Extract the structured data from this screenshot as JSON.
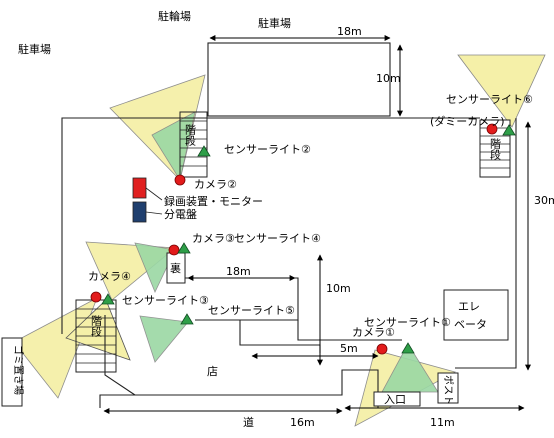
{
  "labels": {
    "parking_left": "駐車場",
    "bicycle_parking": "駐輪場",
    "parking_top": "駐車場",
    "dim_18m_top": "18m",
    "dim_10m_top": "10m",
    "sensor_light_6": "センサーライト⑥",
    "dummy_camera": "(ダミーカメラ)",
    "sensor_light_2": "センサーライト②",
    "camera_2": "カメラ②",
    "recorder_monitor": "録画装置・モニター",
    "distribution_board": "分電盤",
    "camera_3": "カメラ③",
    "sensor_light_4": "センサーライト④",
    "back_label": "裏",
    "dim_18m_mid": "18m",
    "dim_10m_mid": "10m",
    "dim_30m": "30m",
    "camera_4": "カメラ④",
    "sensor_light_3": "センサーライト③",
    "sensor_light_5": "センサーライト⑤",
    "elevator_line1": "エレ",
    "elevator_line2": "ベータ",
    "sensor_light_1": "センサーライト①",
    "camera_1": "カメラ①",
    "dim_5m": "5m",
    "store_label": "店",
    "garbage_area": "ゴミ置き場",
    "entrance": "入口",
    "post": "ポスト",
    "road": "道",
    "dim_16m": "16m",
    "dim_11m": "11m",
    "stairs_1": "階段",
    "stairs_2": "階段",
    "stairs_3": "階段"
  },
  "colors": {
    "coverage_yellow": "#f5f0a8",
    "coverage_green": "#9bd8a4",
    "camera_red": "#e21b1b",
    "sensor_green": "#2e9e48",
    "recorder_red": "#e02020",
    "panel_navy": "#1f3f6e"
  }
}
